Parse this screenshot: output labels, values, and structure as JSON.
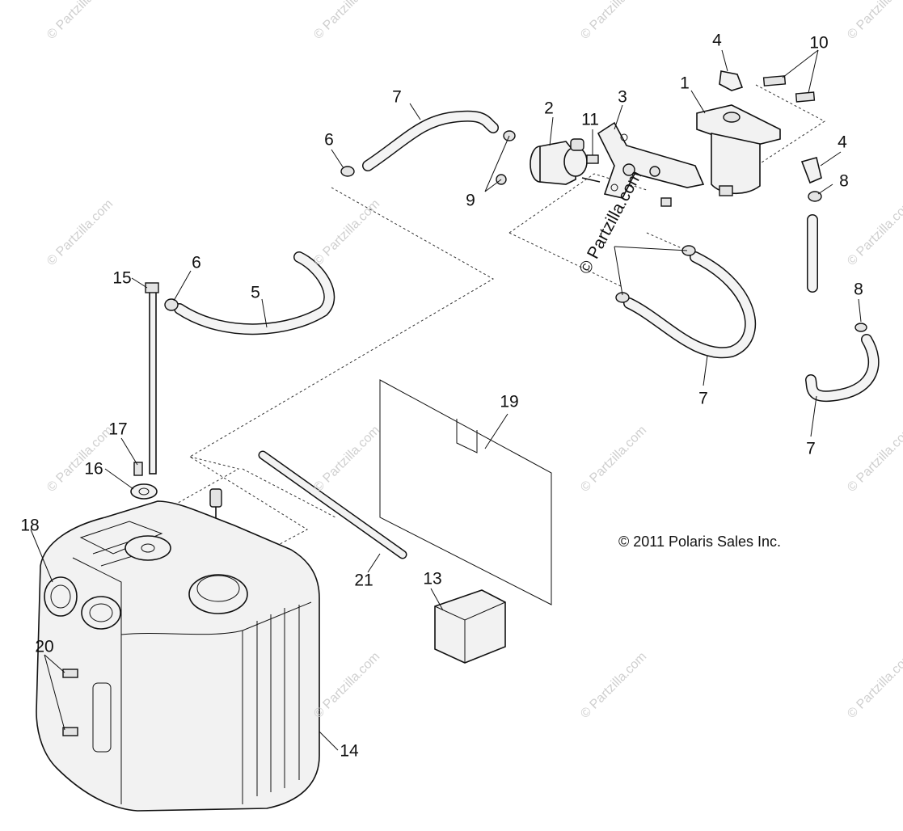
{
  "copyright": "© 2011 Polaris Sales Inc.",
  "watermark": "© Partzilla.com",
  "center_watermark": "© Partzilla.com",
  "callouts": {
    "c1": "1",
    "c2": "2",
    "c3": "3",
    "c4a": "4",
    "c4b": "4",
    "c5": "5",
    "c6a": "6",
    "c6b": "6",
    "c7a": "7",
    "c7b": "7",
    "c7c": "7",
    "c8a": "8",
    "c8b": "8",
    "c9": "9",
    "c10": "10",
    "c11": "11",
    "c13": "13",
    "c14": "14",
    "c15": "15",
    "c16": "16",
    "c17": "17",
    "c18": "18",
    "c19": "19",
    "c20": "20",
    "c21": "21"
  }
}
